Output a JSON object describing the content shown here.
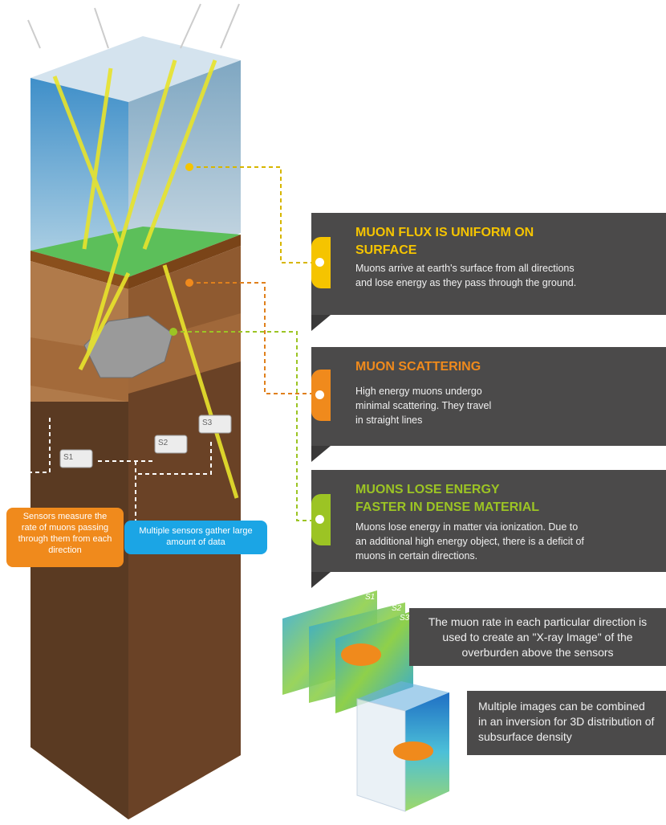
{
  "panels": [
    {
      "title": "MUON FLUX IS UNIFORM ON SURFACE",
      "body": "Muons arrive at earth's surface from all directions and lose energy as they pass through the ground.",
      "color": "#f5c400"
    },
    {
      "title": "MUON SCATTERING",
      "body": "High energy muons undergo minimal scattering. They travel in straight lines",
      "color": "#f08a1c"
    },
    {
      "title": "MUONS LOSE ENERGY FASTER IN DENSE MATERIAL",
      "body": "Muons lose energy in matter via ionization. Due to an additional high energy object, there is a deficit of muons in certain directions.",
      "color": "#9cc424"
    }
  ],
  "xray_text": "The muon rate in each particular direction is used to create an \"X-ray Image\" of the overburden above the sensors",
  "inversion_text": "Multiple images can be combined in an inversion for 3D distribution of subsurface density",
  "callouts": {
    "sensors_measure": "Sensors measure the rate of muons passing through them from each direction",
    "multiple_sensors": "Multiple sensors gather large amount of data"
  },
  "sensors": [
    "S1",
    "S2",
    "S3"
  ]
}
